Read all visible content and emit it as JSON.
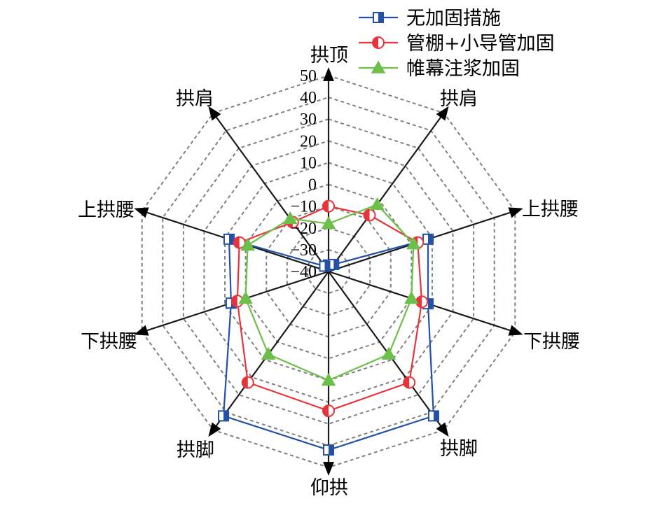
{
  "chart_data": {
    "type": "radar",
    "categories": [
      "拱顶",
      "拱肩",
      "上拱腰",
      "下拱腰",
      "拱脚",
      "仰拱",
      "拱脚",
      "下拱腰",
      "上拱腰",
      "拱肩"
    ],
    "radial_ticks": [
      "50",
      "40",
      "30",
      "20",
      "10",
      "0",
      "−10",
      "−20",
      "−30",
      "−40"
    ],
    "rlim": [
      -40,
      50
    ],
    "grid": true,
    "legend_position": "top-right",
    "series": [
      {
        "name": "无加固措施",
        "color": "#2450a6",
        "marker": "half-square",
        "values": [
          -37,
          -36,
          8,
          8,
          42,
          42,
          42,
          7,
          8,
          -37
        ]
      },
      {
        "name": "管棚+小导管加固",
        "color": "#e8333a",
        "marker": "half-circle",
        "values": [
          -10,
          -8,
          3,
          5,
          23,
          24,
          23,
          4,
          3,
          -12
        ]
      },
      {
        "name": "帷幕注浆加固",
        "color": "#6cc04a",
        "marker": "triangle",
        "values": [
          -18,
          -2,
          1,
          0,
          7,
          10,
          7,
          0,
          -1,
          -10
        ]
      }
    ]
  }
}
